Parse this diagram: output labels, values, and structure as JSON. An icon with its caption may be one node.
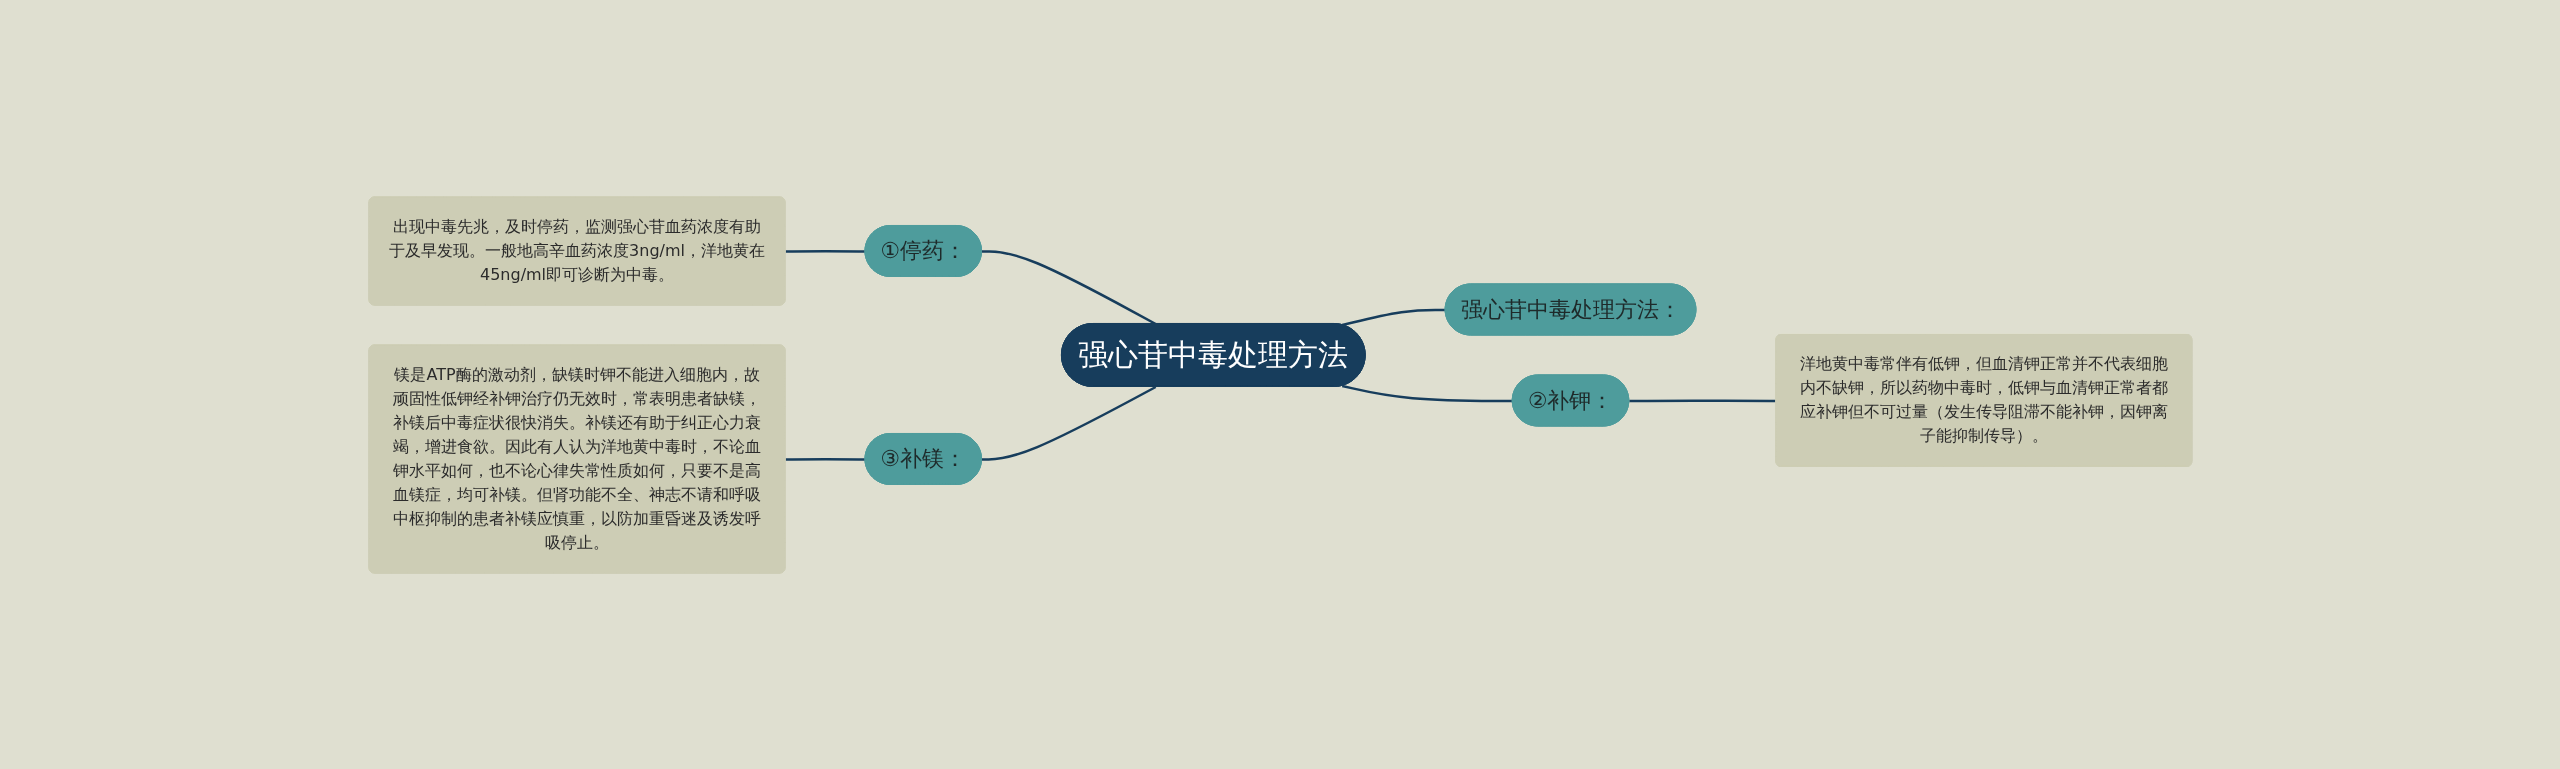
{
  "diagram": {
    "nodes": [
      {
        "text": [
          "强心苷中毒处理方法"
        ]
      },
      {
        "text": [
          "①停药："
        ]
      },
      {
        "text": [
          "出现中毒先兆，及时停药，监测强心苷血药浓度有助于及早发现。一般地高辛血药浓度3ng/ml，洋地黄在45ng/ml即可诊断为中毒。"
        ]
      },
      {
        "text": [
          "强心苷中毒处理方法："
        ]
      },
      {
        "text": [
          "②补钾："
        ]
      },
      {
        "text": [
          "洋地黄中毒常伴有低钾，但血清钾正常并不代表细胞内不缺钾，所以药物中毒时，低钾与血清钾正常者都应补钾但不可过量（发生传导阻滞不能补钾，因钾离子能抑制传导）。"
        ]
      },
      {
        "text": [
          "③补镁："
        ]
      },
      {
        "text": [
          "镁是ATP酶的激动剂，缺镁时钾不能进入细胞内，故顽固性低钾经补钾治疗仍无效时，常表明患者缺镁，补镁后中毒症状很快消失。补镁还有助于纠正心力衰竭，增进食欲。因此有人认为洋地黄中毒时，不论血钾水平如何，也不论心律失常性质如何，只要不是高血镁症，均可补镁。但肾功能不全、神志不请和呼吸中枢抑制的患者补镁应慎重，以防加重昏迷及诱发呼吸停止。"
        ]
      }
    ],
    "edges": [
      {
        "from": 2,
        "to": 1,
        "arrow": "none"
      },
      {
        "from": 1,
        "to": 0,
        "arrow": "none"
      },
      {
        "from": 0,
        "to": 3,
        "arrow": "none"
      },
      {
        "from": 0,
        "to": 4,
        "arrow": "none"
      },
      {
        "from": 4,
        "to": 5,
        "arrow": "none"
      },
      {
        "from": 7,
        "to": 6,
        "arrow": "none"
      },
      {
        "from": 6,
        "to": 0,
        "arrow": "none"
      }
    ]
  }
}
